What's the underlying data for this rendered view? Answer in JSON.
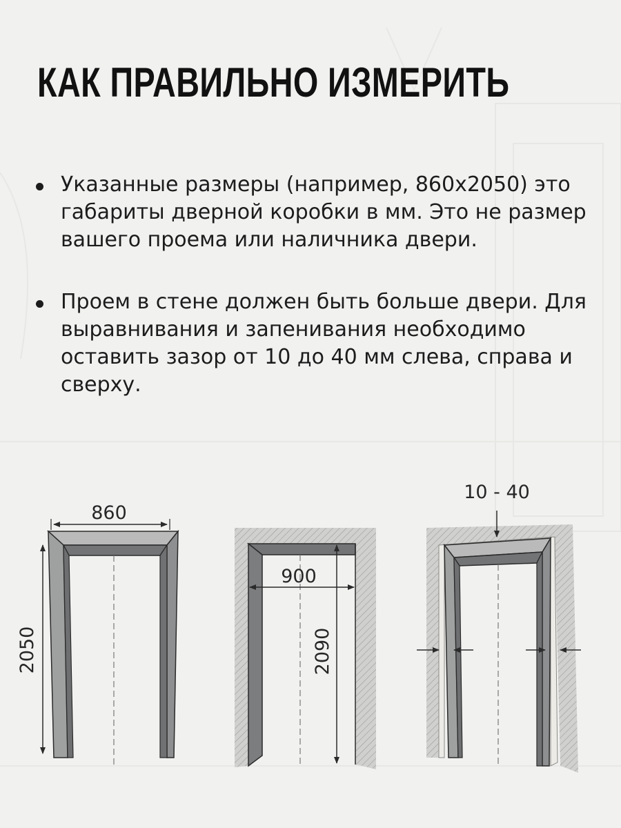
{
  "title": "КАК ПРАВИЛЬНО ИЗМЕРИТЬ",
  "bullets": [
    "Указанные размеры (например, 860x2050) это габариты дверной коробки в мм. Это не размер вашего проема или наличника двери.",
    "Проем в стене должен быть больше двери. Для выравнивания и запенивания необходимо оставить зазор от 10 до 40 мм слева, справа и сверху."
  ],
  "diagram": {
    "frame_width": "860",
    "frame_height": "2050",
    "opening_width": "900",
    "opening_height": "2090",
    "gap_range": "10 - 40"
  },
  "colors": {
    "background": "#f1f1f0",
    "text": "#151515",
    "frame_fill": "#7a7b7d",
    "wall_fill": "#d0d0ce",
    "line": "#2a2a2a"
  }
}
